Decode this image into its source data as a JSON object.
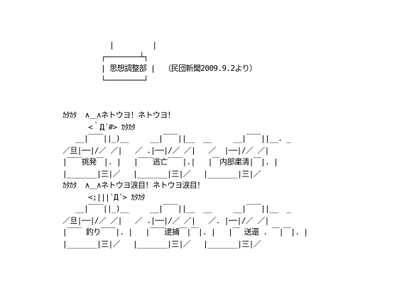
{
  "ascii_art": {
    "lines": [
      "           |         |",
      "         ┌────────┴┐",
      "         | 思想調整部 |  （民団新聞2009.9.2より）",
      "         └─────────┘",
      "",
      "",
      "ｶﾀｶﾀ  ∧＿∧ネトウヨ！ネトウヨ！",
      "      <｀Д´#> ｶﾀｶﾀ",
      "   __|￣￣||_)__     __|￣￣||__  __     __|￣￣||__. _",
      "／旦|──|/／ ／|   ／ .|──|/／ ／|   ／  |──|/／ ／|",
      "|￣￣挑発￣|. |   |￣￣逃亡￣￣|.|   |￣内部粛清|￣|. |",
      "|_______|三|／   |_______|三|／   |_______|三|／",
      "ｶﾀｶﾀ  ∧＿∧ネトウヨ涙目！ネトウヨ涙目！",
      "      <;|||`Д´> ｶﾀｶﾀ",
      "   __|￣￣||_)__     __|￣￣||__  __     __|￣￣||__  _",
      "／旦|──|/／ ／|   ／ .|──|/／ ／|   ／. |──|/／ ／|",
      "|￣￣ 釣り￣￣|. |   |￣￣逮捕￣|￣|. |   |￣ 送還 . ￣|￣|. |",
      "|_______|三|／   |_______|三|／   |_______|三|／"
    ]
  }
}
